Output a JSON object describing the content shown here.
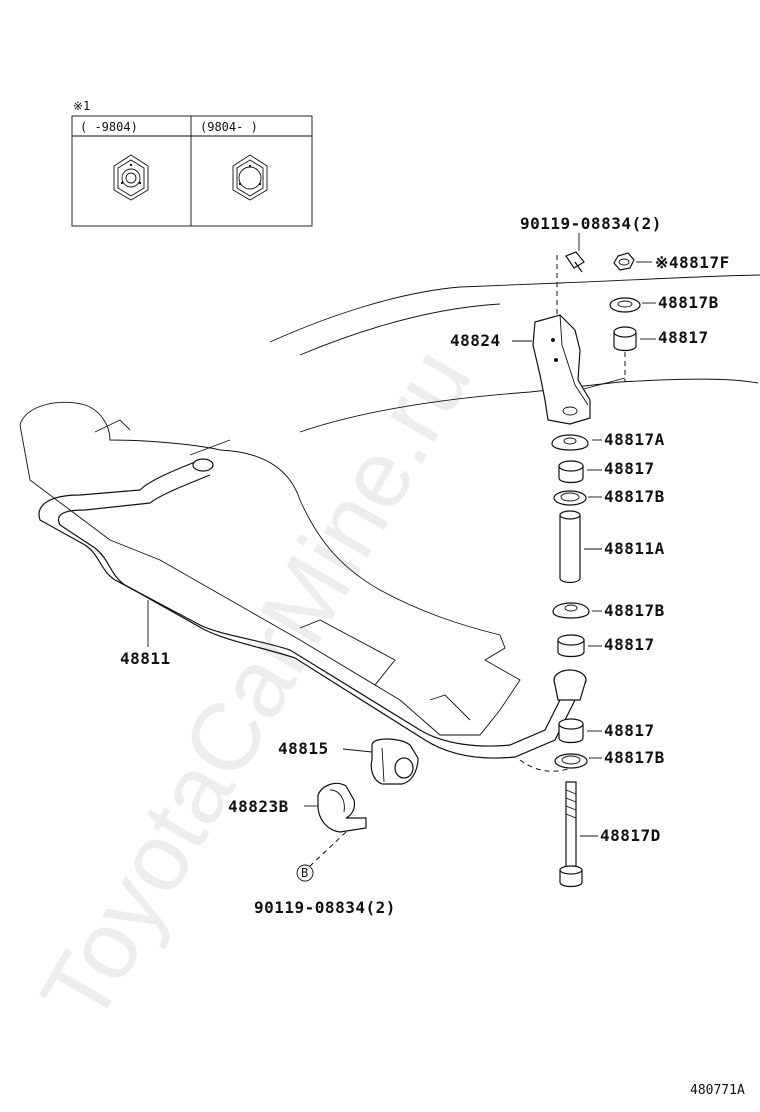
{
  "inset": {
    "marker": "※1",
    "col1": "(      -9804)",
    "col2": "(9804-      )"
  },
  "labels": {
    "bolt_top": "90119-08834(2)",
    "nut_f": "※48817F",
    "retainer_b_top": "48817B",
    "bushing_top": "48817",
    "bracket": "48824",
    "retainer_a": "48817A",
    "bushing_2": "48817",
    "retainer_b_2": "48817B",
    "collar": "48811A",
    "retainer_b_3": "48817B",
    "bushing_3": "48817",
    "bushing_4": "48817",
    "retainer_b_4": "48817B",
    "bolt_d": "48817D",
    "stabilizer_bar": "48811",
    "bar_bushing": "48815",
    "bracket_b": "48823B",
    "ref_b": "B",
    "bolt_bottom": "90119-08834(2)",
    "figure_no": "480771A"
  },
  "watermark": "ToyotaCarMine.ru"
}
